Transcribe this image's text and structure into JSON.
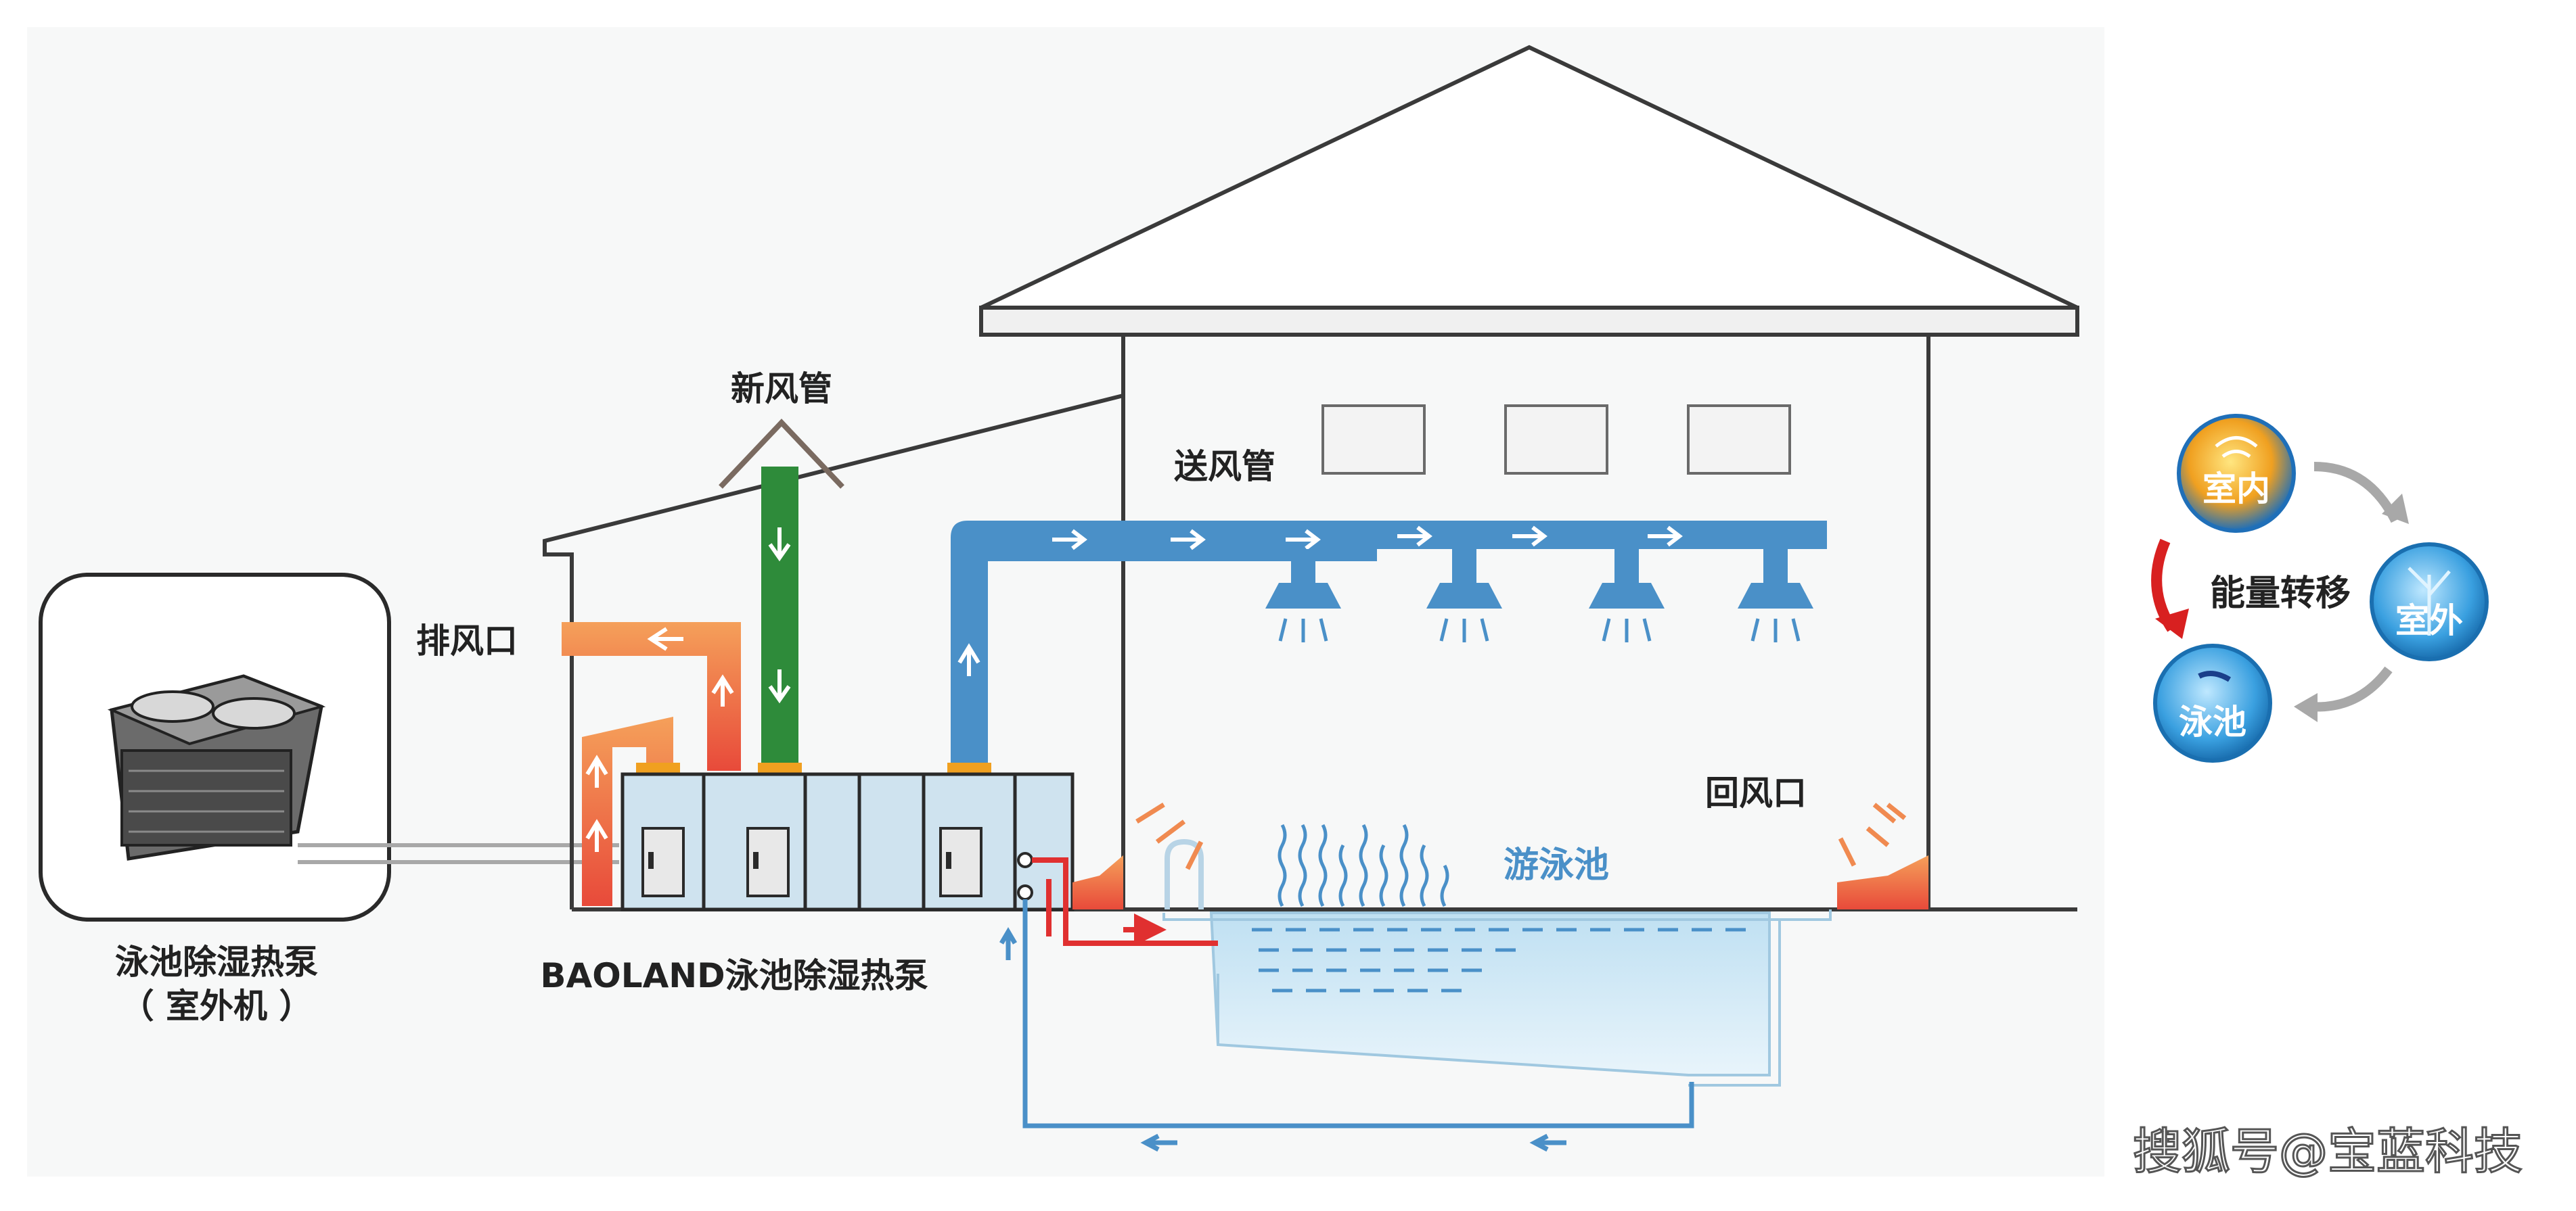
{
  "labels": {
    "fresh_air_duct": "新风管",
    "supply_air_duct": "送风管",
    "exhaust_outlet": "排风口",
    "return_air_outlet": "回风口",
    "swimming_pool": "游泳池",
    "outdoor_unit_line1": "泳池除湿热泵",
    "outdoor_unit_line2": "（ 室外机 ）",
    "main_unit": "BAOLAND泳池除湿热泵"
  },
  "energy_cycle": {
    "title": "能量转移",
    "indoor": "室内",
    "outdoor": "室外",
    "pool": "泳池"
  },
  "watermark": "搜狐号@宝蓝科技",
  "colors": {
    "supply_duct": "#4a90c8",
    "fresh_duct": "#2e8b3a",
    "exhaust_duct": "#f08a50",
    "hot_pipe": "#e03030",
    "outline": "#3a3a3a",
    "pool_water": "#cfe6f4",
    "unit_panel": "#cfe3ef"
  }
}
